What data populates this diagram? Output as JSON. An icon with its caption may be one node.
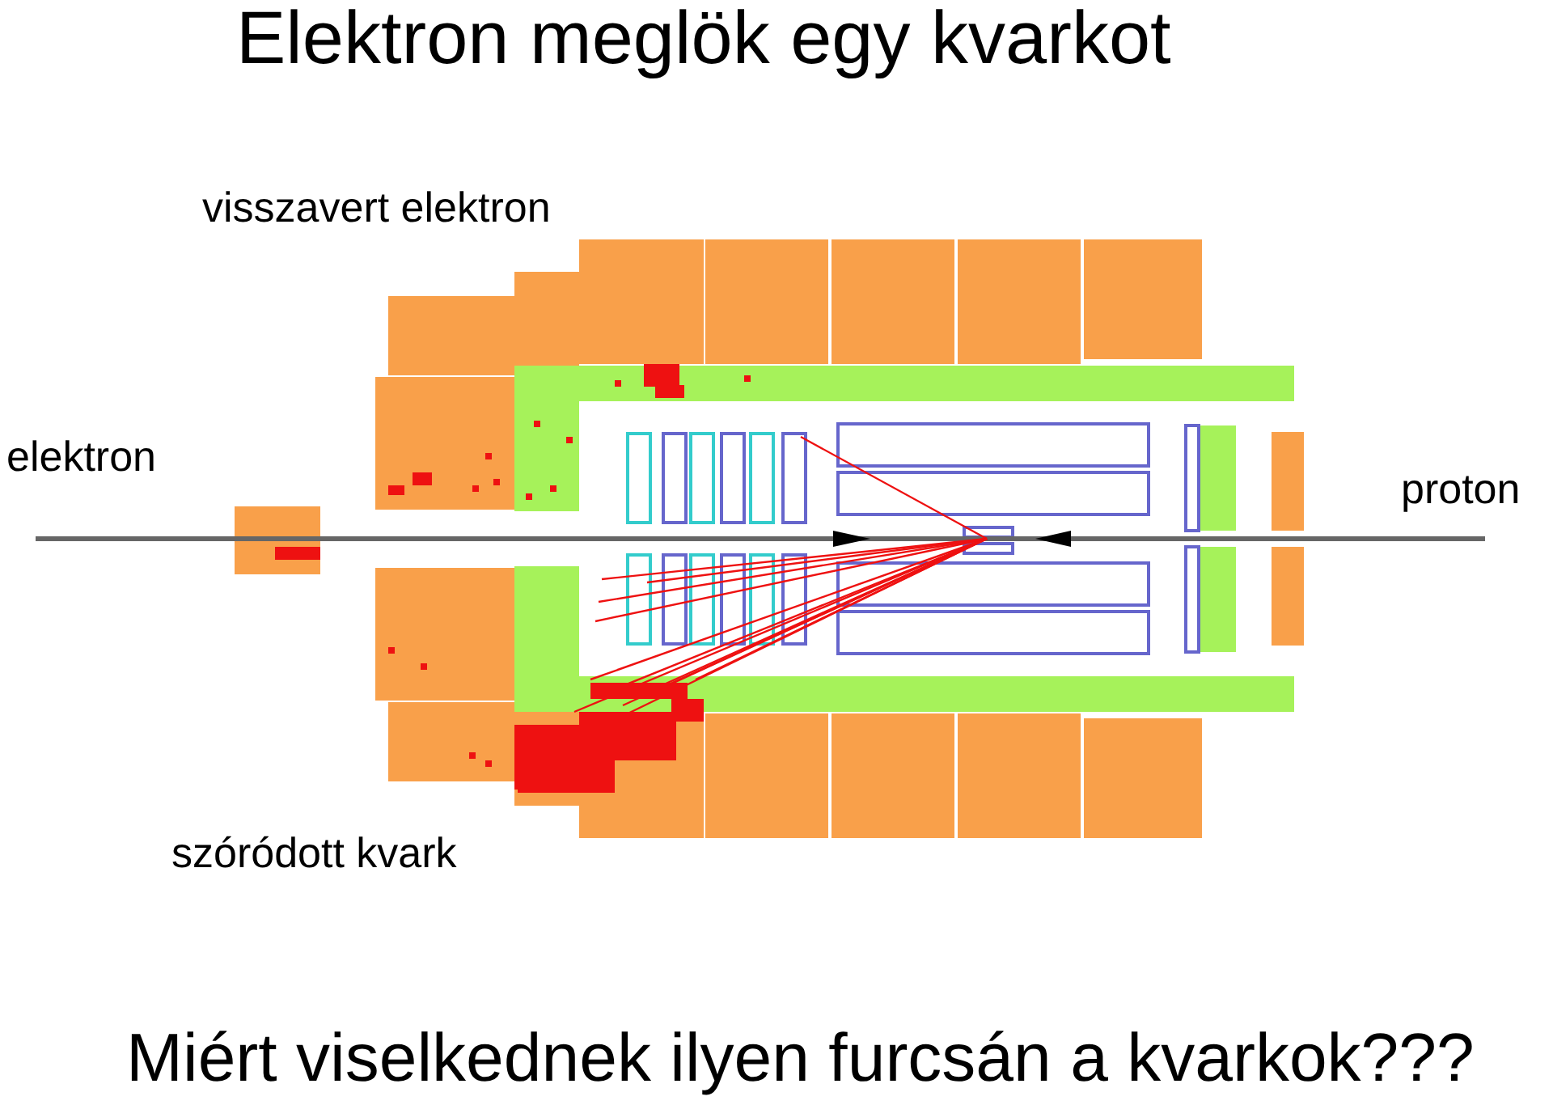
{
  "diagram": {
    "title": "Elektron meglök egy kvarkot",
    "caption": "Miért viselkednek ilyen furcsán a kvarkok???",
    "labels": [
      "visszavert elektron",
      "elektron",
      "proton",
      "szóródott kvark"
    ]
  }
}
